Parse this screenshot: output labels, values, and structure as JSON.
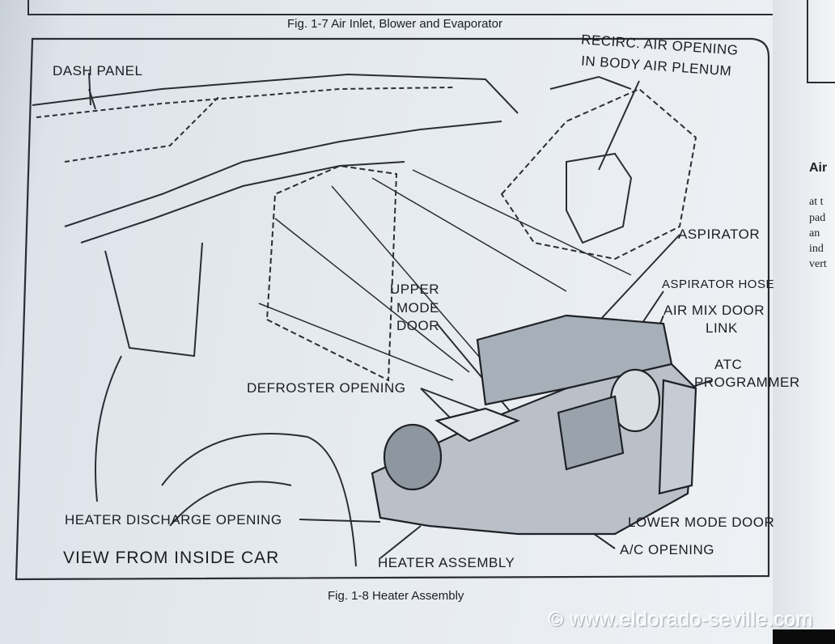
{
  "top_caption": "Fig. 1-7 Air Inlet, Blower and Evaporator",
  "bottom_caption": "Fig. 1-8 Heater Assembly",
  "labels": {
    "dash_panel": "DASH PANEL",
    "recirc_1": "RECIRC. AIR OPENING",
    "recirc_2": "IN BODY AIR PLENUM",
    "aspirator": "ASPIRATOR",
    "aspirator_hose": "ASPIRATOR HOSE",
    "air_mix_1": "AIR MIX DOOR",
    "air_mix_2": "LINK",
    "atc_1": "ATC",
    "atc_2": "PROGRAMMER",
    "upper_1": "UPPER",
    "upper_2": "MODE",
    "upper_3": "DOOR",
    "defroster": "DEFROSTER OPENING",
    "heater_discharge": "HEATER DISCHARGE OPENING",
    "lower_mode_door": "LOWER MODE DOOR",
    "ac_opening": "A/C OPENING",
    "view": "VIEW FROM INSIDE CAR",
    "heater_assembly": "HEATER ASSEMBLY"
  },
  "next_page": {
    "heading": "Air",
    "lines": [
      "at t",
      "pad",
      "an",
      "ind",
      "vert"
    ]
  },
  "watermark": "© www.eldorado-seville.com"
}
